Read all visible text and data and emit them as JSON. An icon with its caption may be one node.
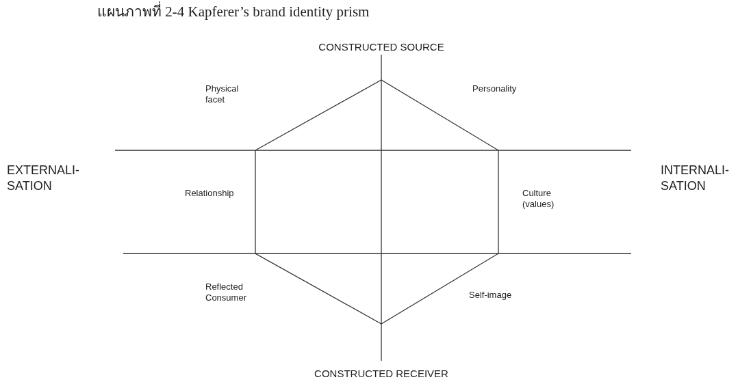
{
  "diagram": {
    "title": "แผนภาพที่ 2-4  Kapferer’s brand identity prism",
    "labels": [
      "CONSTRUCTED SOURCE",
      "Physical facet",
      "Personality",
      "EXTERNALI- SATION",
      "Relationship",
      "Culture (values)",
      "INTERNALI- SATION",
      "Reflected Consumer",
      "Self-image",
      "CONSTRUCTED RECEIVER"
    ]
  }
}
